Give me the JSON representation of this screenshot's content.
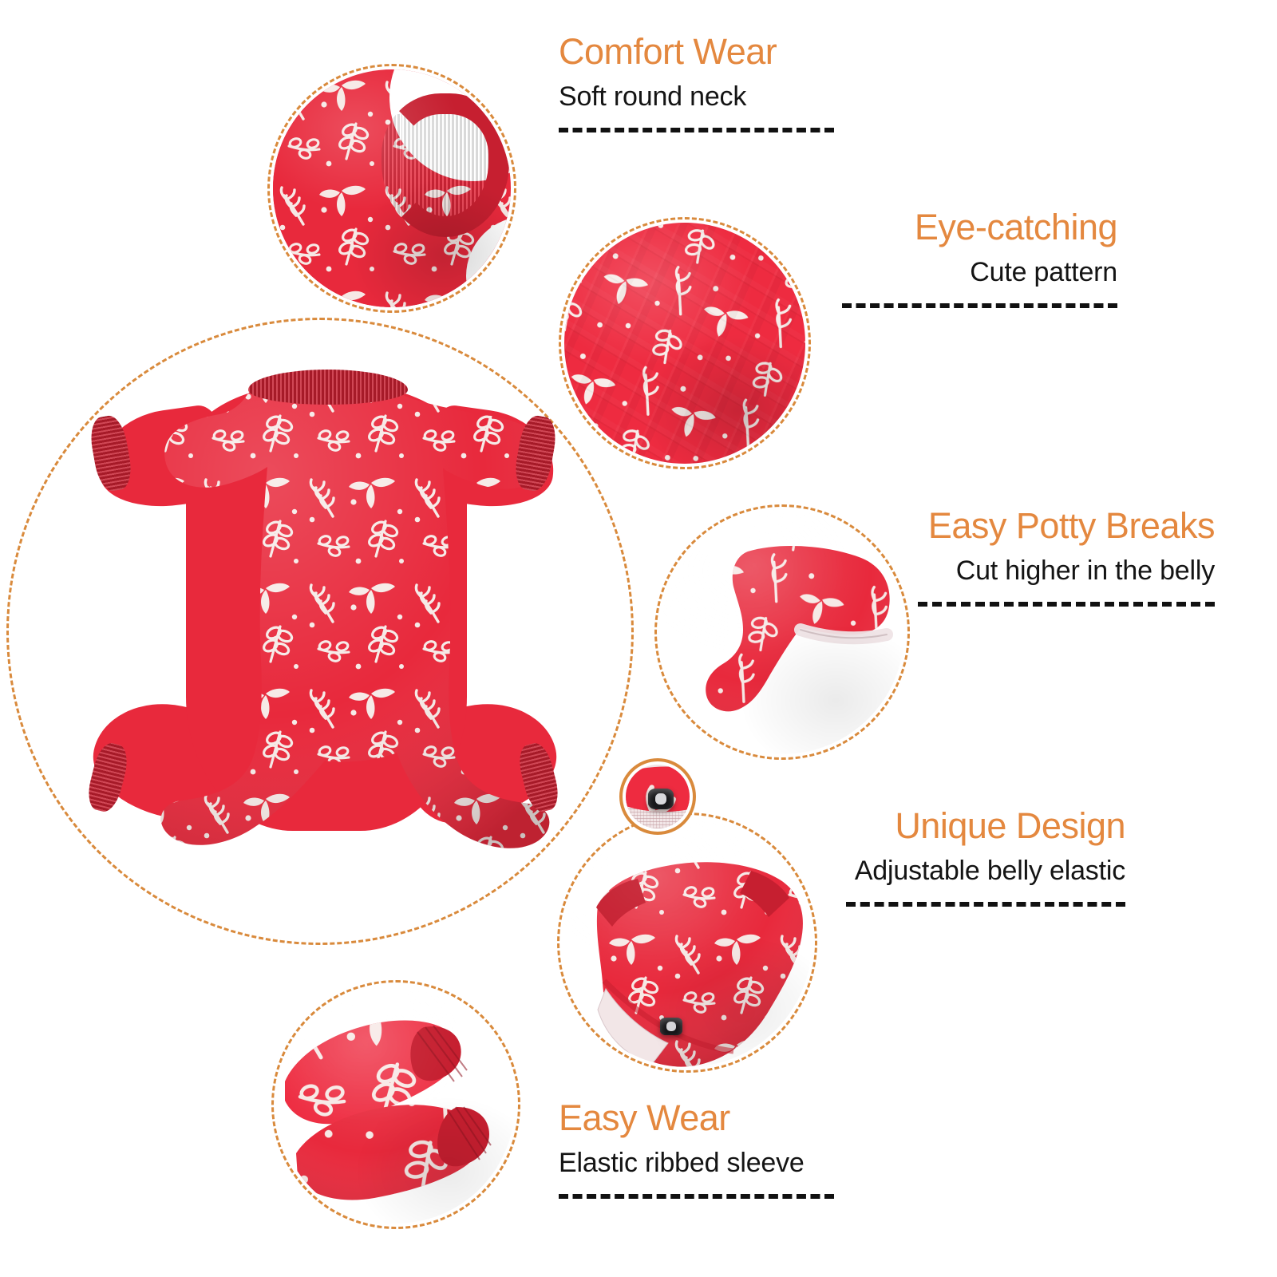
{
  "page": {
    "kind": "product-feature-infographic",
    "product": "dog pajama jumpsuit",
    "background_color": "#FFFFFF",
    "accent_color": "#E4883F",
    "heading_color": "#E4883F",
    "body_color": "#141414",
    "rule_color": "#111111",
    "circle_outline_color": "#D98A3C",
    "fabric_color": "#E8293C",
    "trim_color": "#C61F30",
    "print_color": "#F7F2EE",
    "toggle_color": "#17171A"
  },
  "features": [
    {
      "id": "comfort-wear",
      "title": "Comfort Wear",
      "subtitle": "Soft round neck",
      "photo_alt": "close-up of ribbed round neckline on red leaf-print pajama"
    },
    {
      "id": "eye-catching",
      "title": "Eye-catching",
      "subtitle": "Cute pattern",
      "photo_alt": "close-up of white botanical leaf pattern on red fabric"
    },
    {
      "id": "easy-potty-breaks",
      "title": "Easy Potty Breaks",
      "subtitle": "Cut higher in the belly",
      "photo_alt": "underside of pajama showing higher belly cut"
    },
    {
      "id": "unique-design",
      "title": "Unique Design",
      "subtitle": "Adjustable belly elastic",
      "photo_alt": "pajama belly area with adjustable elastic cord and lock"
    },
    {
      "id": "easy-wear",
      "title": "Easy Wear",
      "subtitle": "Elastic ribbed sleeve",
      "photo_alt": "two sleeve cuffs with elastic ribbed ends"
    }
  ],
  "hero": {
    "id": "main-product",
    "photo_alt": "full red dog pajama jumpsuit with white leaf print, ribbed collar and cuffs"
  },
  "inset": {
    "id": "elastic-toggle",
    "photo_alt": "macro of black spring cord lock on elastic drawstring"
  }
}
